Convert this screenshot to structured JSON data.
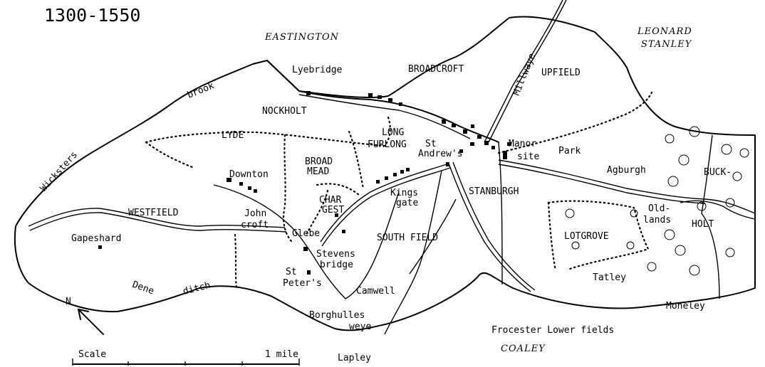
{
  "title": "1300-1550",
  "scale": {
    "label": "Scale",
    "distance": "1 mile"
  },
  "north": {
    "label": "N"
  },
  "labels": {
    "eastington": "EASTINGTON",
    "leonard": "LEONARD",
    "stanley": "STANLEY",
    "coaley": "COALEY",
    "lyebridge": "Lyebridge",
    "broadcroft": "BROADCROFT",
    "upfield": "UPFIELD",
    "millwaye": "Millwaye",
    "nockholt": "NOCKHOLT",
    "lyde": "LYDE",
    "long": "LONG",
    "furlong": "FURLONG",
    "st": "St",
    "andrews": "Andrew's",
    "manor": "Manor",
    "site": "site",
    "park": "Park",
    "broad": "BROAD",
    "mead": "MEAD",
    "downton": "Downton",
    "agburgh": "Agburgh",
    "buck": "BUCK-",
    "holt": "HOLT",
    "wicksters": "Wicksters",
    "brook": "brook",
    "westfield": "WESTFIELD",
    "john": "John",
    "croft": "croft",
    "char": "CHAR",
    "gest": "GEST",
    "kings": "Kings",
    "gate": "gate",
    "stanburgh": "STANBURGH",
    "old": "Old-",
    "lands": "lands",
    "glebe": "Glebe",
    "gapeshard": "Gapeshard",
    "south_field": "SOUTH FIELD",
    "lotgrove": "LOTGROVE",
    "stevens": "Stevens",
    "bridge": "bridge",
    "st2": "St",
    "peters": "Peter's",
    "tatley": "Tatley",
    "dene": "Dene",
    "ditch": "ditch",
    "camwell": "Camwell",
    "borghulles": "Borghulles",
    "weye": "weye",
    "moneley": "Moneley",
    "frocester": "Frocester Lower fields",
    "lapley": "Lapley"
  }
}
